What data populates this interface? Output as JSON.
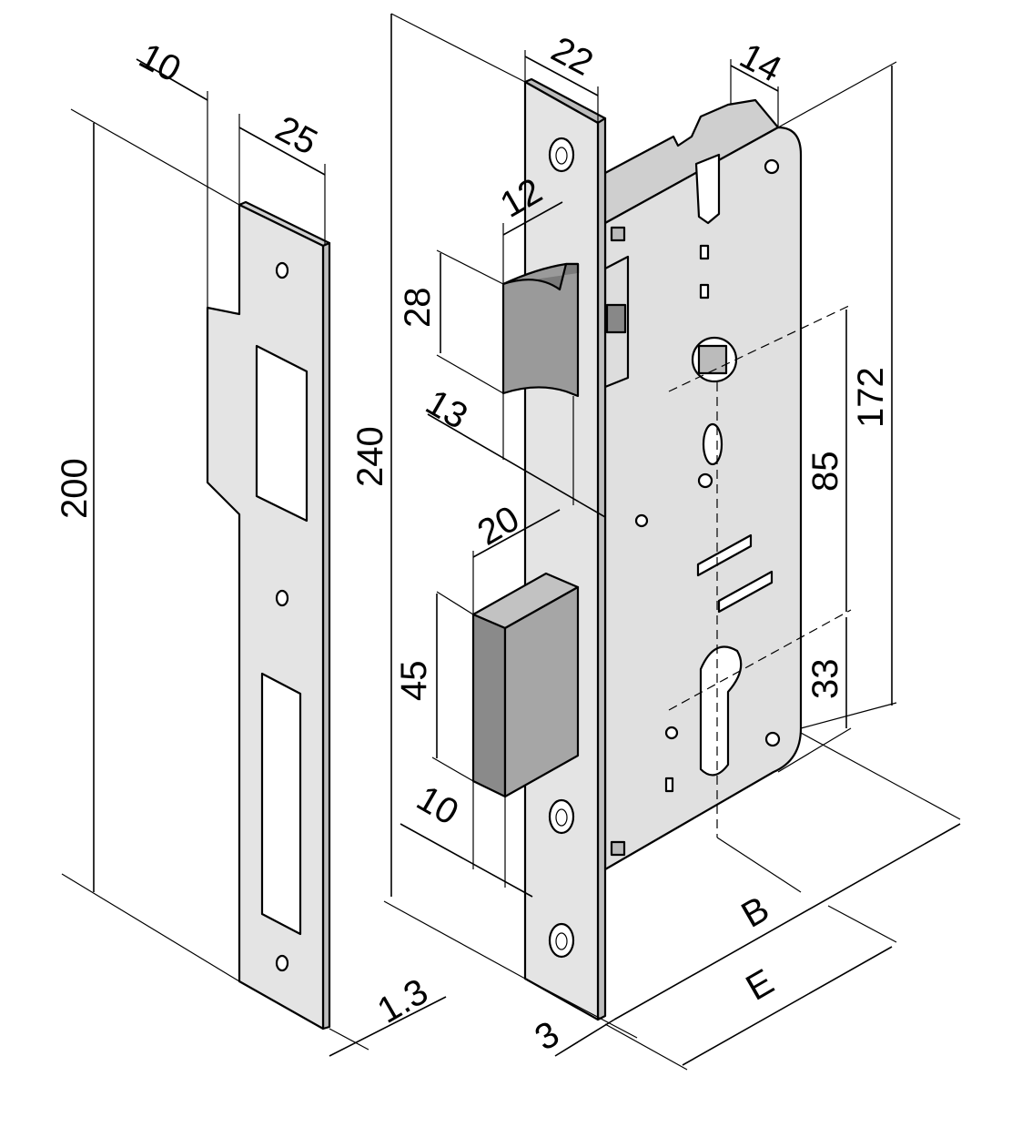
{
  "title": "Mortise lock with strike plate - dimensions",
  "strike_plate": {
    "dims": {
      "notch": "10",
      "width": "25",
      "height": "200",
      "thickness": "1.3"
    }
  },
  "lock": {
    "dims": {
      "faceplate_width": "22",
      "body_offset": "14",
      "faceplate_height": "240",
      "latch_projection": "12",
      "latch_height": "28",
      "latch_offset": "13",
      "deadbolt_projection": "20",
      "deadbolt_height": "45",
      "deadbolt_offset": "10",
      "faceplate_thickness": "3",
      "top_to_cylinder": "172",
      "handle_to_cylinder": "85",
      "cylinder_to_bottom": "33",
      "backset": "B",
      "case_depth": "E"
    }
  },
  "colors": {
    "plate": "#e4e4e4",
    "body": "#dedede",
    "bolt_front": "#8a8a8a",
    "bolt_side": "#a6a6a6",
    "bolt_top": "#c2c2c2"
  }
}
